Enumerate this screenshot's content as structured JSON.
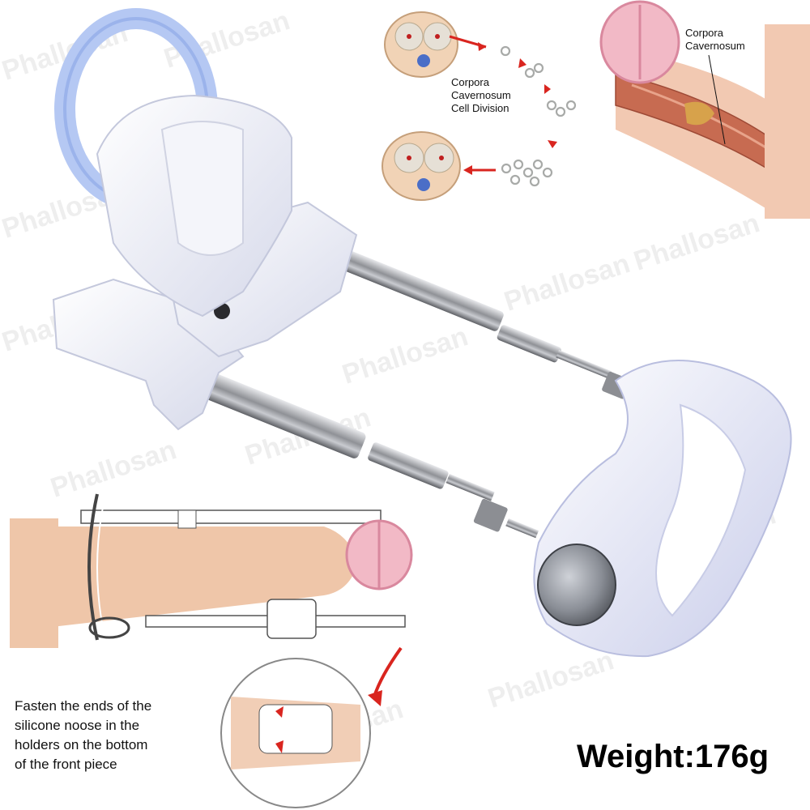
{
  "watermark": "Phallosan",
  "labels": {
    "cell_division": "Corpora\nCavernosum\nCell Division",
    "corpora_cavernosum": "Corpora\nCavernosum"
  },
  "caption": "Fasten the ends of the\nsilicone noose in the\nholders on the bottom\nof the front piece",
  "weight": "Weight:176g",
  "colors": {
    "loop_blue": "#a9bff0",
    "plastic_white": "#eceef6",
    "front_piece": "#dfe1f4",
    "metal": "#a9abb0",
    "skin": "#efc6a9",
    "arrow_red": "#d9251f"
  }
}
